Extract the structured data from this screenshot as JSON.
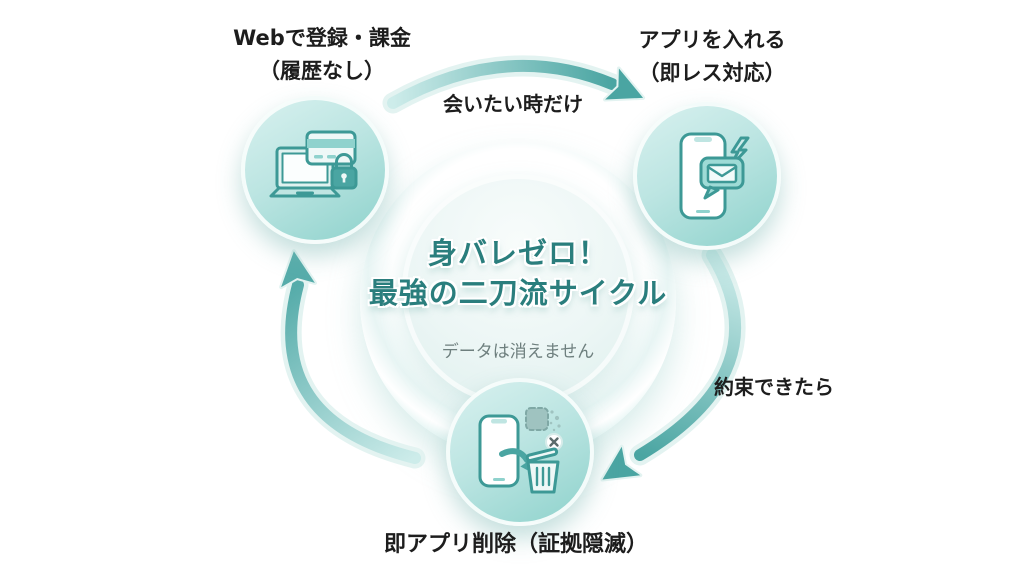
{
  "diagram": {
    "background_color": "#ffffff",
    "colors": {
      "accent_teal": "#46a4a1",
      "node_fill_light": "#d8f1ef",
      "node_fill_dark": "#8ed2cc",
      "hub_ring_teal": "#a9ddd9",
      "title_teal": "#2a7e7d",
      "subtitle_gray": "#6e7f7e",
      "label_black": "#1d1d1d",
      "arrow_gradient_light": "#c9ebe8",
      "arrow_gradient_dark": "#47a29f"
    },
    "center": {
      "title_line1": "身バレゼロ！",
      "title_line2": "最強の二刀流サイクル",
      "subtitle": "データは消えません"
    },
    "nodes": {
      "web": {
        "label_line1": "Webで登録・課金",
        "label_line2": "（履歴なし）",
        "icon": "laptop-card-lock-icon"
      },
      "app": {
        "label_line1": "アプリを入れる",
        "label_line2": "（即レス対応）",
        "icon": "phone-chat-lightning-icon"
      },
      "delete": {
        "label": "即アプリ削除（証拠隠滅）",
        "icon": "phone-trash-icon"
      }
    },
    "arrows": {
      "top": {
        "label": "会いたい時だけ"
      },
      "right": {
        "label": "約束できたら"
      }
    }
  }
}
